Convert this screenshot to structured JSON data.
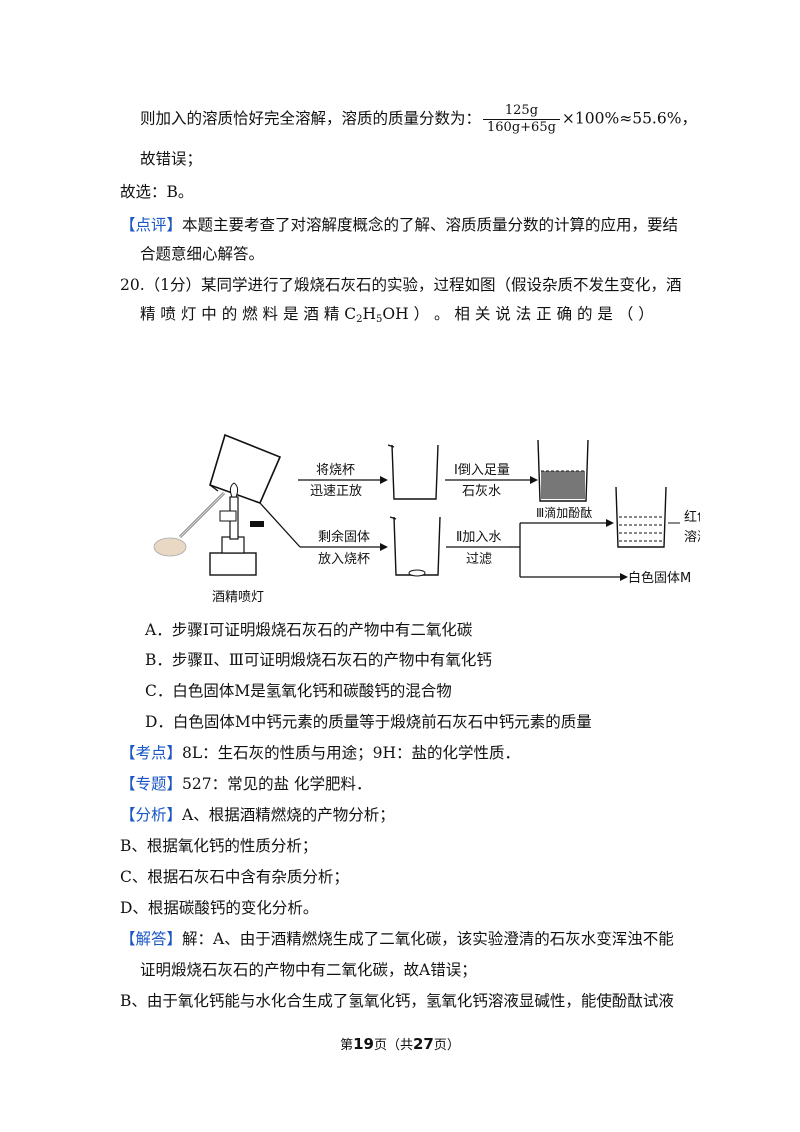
{
  "lines": {
    "l1_text": "则加入的溶质恰好完全溶解，溶质的质量分数为：",
    "l1_num": "125g",
    "l1_den": "160g+65g",
    "l1_tail": "×100%≈55.6%，",
    "l2": "故错误；",
    "l3": "故选：B。",
    "l4_tag": "【点评】",
    "l4_text": "本题主要考查了对溶解度概念的了解、溶质质量分数的计算的应用，要结",
    "l5": "合题意细心解答。",
    "q20_a": "20.（1分）某同学进行了煅烧石灰石的实验，过程如图（假设杂质不发生变化，酒",
    "q20_b_pre": "精 喷 灯 中 的 燃 料 是 酒 精 C",
    "q20_b_s1": "2",
    "q20_b_m1": "H",
    "q20_b_s2": "5",
    "q20_b_post": "OH ） 。 相 关 说 法 正 确 的 是 （          ）",
    "optA": "A．步骤Ⅰ可证明煅烧石灰石的产物中有二氧化碳",
    "optB": "B．步骤Ⅱ、Ⅲ可证明煅烧石灰石的产物中有氧化钙",
    "optC": "C．白色固体M是氢氧化钙和碳酸钙的混合物",
    "optD": "D．白色固体M中钙元素的质量等于煅烧前石灰石中钙元素的质量",
    "kd_tag": "【考点】",
    "kd_text": "8L：生石灰的性质与用途；9H：盐的化学性质．",
    "zt_tag": "【专题】",
    "zt_text": "527：常见的盐  化学肥料．",
    "fx_tag": "【分析】",
    "fx_text": "A、根据酒精燃烧的产物分析；",
    "fxB": "B、根据氧化钙的性质分析；",
    "fxC": "C、根据石灰石中含有杂质分析；",
    "fxD": "D、根据碳酸钙的变化分析。",
    "jd_tag": "【解答】",
    "jd_text": "解：A、由于酒精燃烧生成了二氧化碳，该实验澄清的石灰水变浑浊不能",
    "jd2": "证明煅烧石灰石的产物中有二氧化碳，故A错误；",
    "jd3": "B、由于氧化钙能与水化合生成了氢氧化钙，氢氧化钙溶液显碱性，能使酚酞试液"
  },
  "figure": {
    "lamp_label": "酒精喷灯",
    "step_top_1": "将烧杯",
    "step_top_2": "迅速正放",
    "step_I_1": "Ⅰ倒入足量",
    "step_I_2": "石灰水",
    "step_bottom_1": "剩余固体",
    "step_bottom_2": "放入烧杯",
    "step_II_1": "Ⅱ加入水",
    "step_II_2": "过滤",
    "step_III": "Ⅲ滴加酚酞",
    "red_1": "红色",
    "red_2": "溶液",
    "white_solid": "白色固体M"
  },
  "footer": {
    "pre": "第",
    "page": "19",
    "mid": "页（共",
    "total": "27",
    "post": "页）"
  }
}
